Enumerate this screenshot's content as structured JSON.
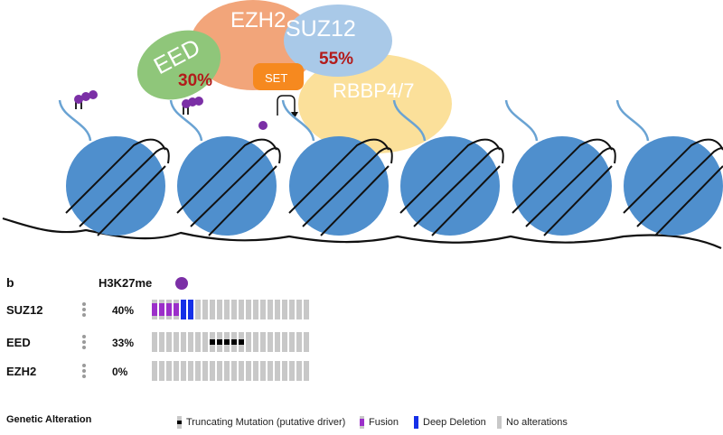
{
  "diagram": {
    "proteins": {
      "eed": "EED",
      "eed_pct": "30%",
      "ezh2": "EZH2",
      "suz12": "SUZ12",
      "suz12_pct": "55%",
      "rbbp": "RBBP4/7",
      "set": "SET"
    },
    "colors": {
      "eed": "#8fc67a",
      "ezh2": "#f2a57a",
      "suz12": "#a9c9e8",
      "rbbp": "#fbe09a",
      "set": "#f6891f",
      "nucleosome": "#4f8fcd",
      "tail": "#6aa3d3",
      "methyl": "#7b2fa6",
      "pct_text": "#b31b1b"
    },
    "nucleosome_count": 6
  },
  "panel_b": {
    "label": "b",
    "h3k27me_label": "H3K27me",
    "rows": [
      {
        "gene": "SUZ12",
        "pct": "40%",
        "cells": [
          "fusion",
          "fusion",
          "fusion",
          "fusion",
          "deep",
          "deep",
          "none",
          "none",
          "none",
          "none",
          "none",
          "none",
          "none",
          "none",
          "none",
          "none",
          "none",
          "none",
          "none",
          "none",
          "none",
          "none"
        ]
      },
      {
        "gene": "EED",
        "pct": "33%",
        "cells": [
          "none",
          "none",
          "none",
          "none",
          "none",
          "none",
          "none",
          "none",
          "trunc",
          "trunc",
          "trunc",
          "trunc",
          "trunc",
          "none",
          "none",
          "none",
          "none",
          "none",
          "none",
          "none",
          "none",
          "none"
        ]
      },
      {
        "gene": "EZH2",
        "pct": "0%",
        "cells": [
          "none",
          "none",
          "none",
          "none",
          "none",
          "none",
          "none",
          "none",
          "none",
          "none",
          "none",
          "none",
          "none",
          "none",
          "none",
          "none",
          "none",
          "none",
          "none",
          "none",
          "none",
          "none"
        ]
      }
    ],
    "legend": {
      "title": "Genetic Alteration",
      "items": [
        {
          "type": "trunc",
          "label": "Truncating Mutation (putative driver)"
        },
        {
          "type": "fusion",
          "label": "Fusion"
        },
        {
          "type": "deep",
          "label": "Deep Deletion"
        },
        {
          "type": "none",
          "label": "No alterations"
        }
      ]
    }
  }
}
